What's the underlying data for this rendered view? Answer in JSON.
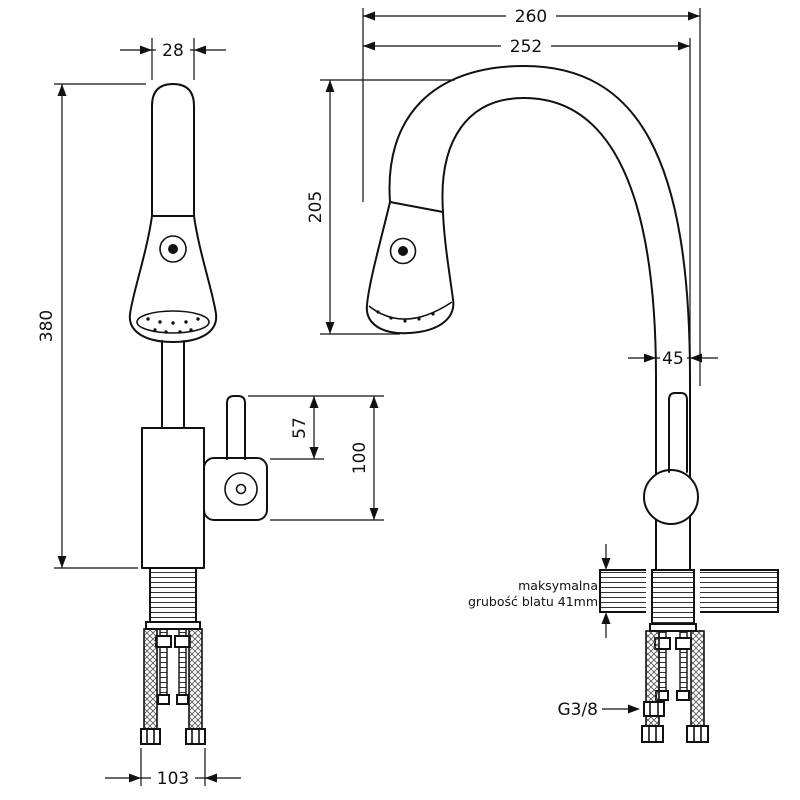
{
  "colors": {
    "ink": "#111111"
  },
  "front_view": {
    "dim_spout_width": "28",
    "dim_total_height": "380",
    "dim_handle_height": "57",
    "dim_body_height": "100",
    "dim_base_width": "103"
  },
  "side_view": {
    "dim_total_depth": "260",
    "dim_spout_reach": "252",
    "dim_spout_height": "205",
    "dim_body_depth": "45",
    "note_line1": "maksymalna",
    "note_line2": "grubość blatu 41mm",
    "dim_thread": "G3/8"
  }
}
